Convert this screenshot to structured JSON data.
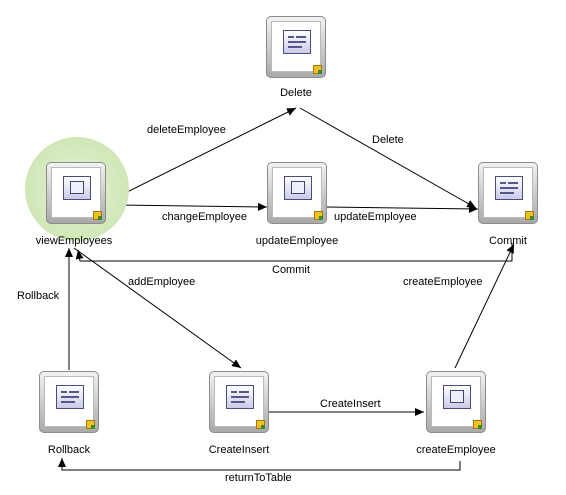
{
  "nodes": {
    "delete": {
      "label": "Delete",
      "kind": "action"
    },
    "viewEmployees": {
      "label": "viewEmployees",
      "kind": "view"
    },
    "updateEmployee": {
      "label": "updateEmployee",
      "kind": "view"
    },
    "commit": {
      "label": "Commit",
      "kind": "action"
    },
    "rollback": {
      "label": "Rollback",
      "kind": "action"
    },
    "createInsert": {
      "label": "CreateInsert",
      "kind": "action"
    },
    "createEmployee": {
      "label": "createEmployee",
      "kind": "view"
    }
  },
  "edges": {
    "deleteEmployee": "deleteEmployee",
    "delete": "Delete",
    "changeEmployee": "changeEmployee",
    "updateEmployee": "updateEmployee",
    "commit": "Commit",
    "addEmployee": "addEmployee",
    "createEmployee": "createEmployee",
    "rollback": "Rollback",
    "createInsert": "CreateInsert",
    "returnToTable": "returnToTable"
  },
  "colors": {
    "active_glow": "#d0e7b7",
    "line": "#000000",
    "badge": "#f4c020"
  }
}
